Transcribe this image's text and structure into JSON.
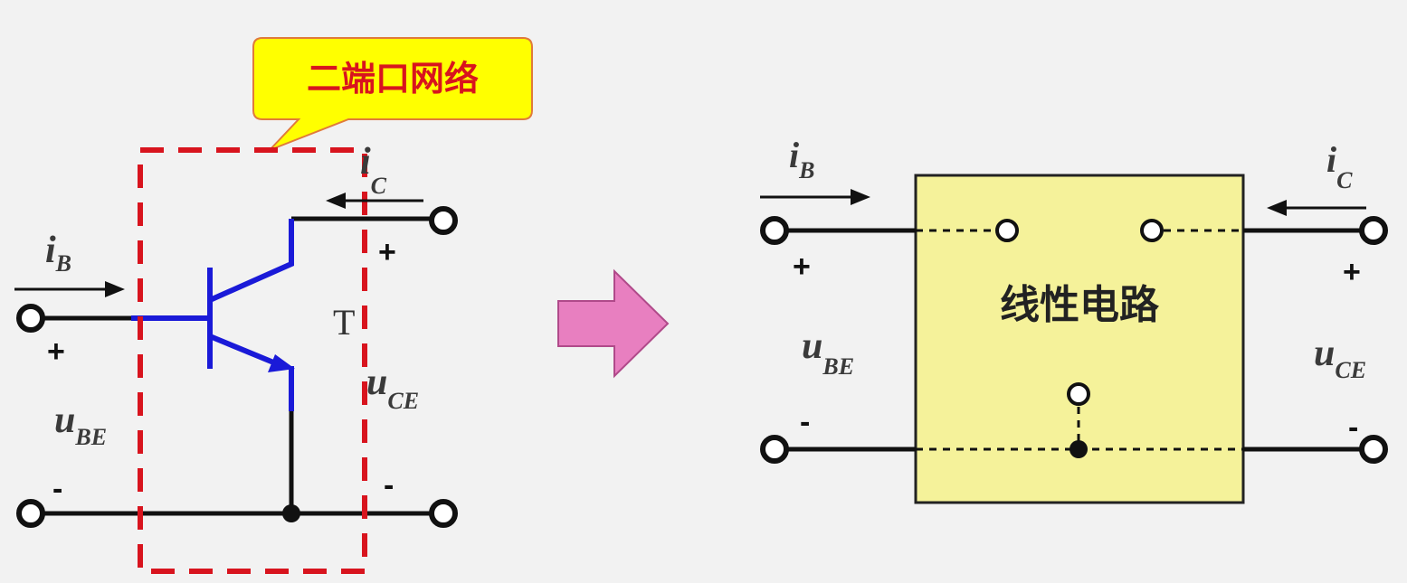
{
  "left_circuit": {
    "callout": "二端口网络",
    "transistor_label": "T",
    "iB": {
      "main": "i",
      "sub": "B"
    },
    "iC": {
      "main": "i",
      "sub": "C"
    },
    "uBE": {
      "main": "u",
      "sub": "BE"
    },
    "uCE": {
      "main": "u",
      "sub": "CE"
    },
    "plus": "+",
    "minus": "-"
  },
  "right_circuit": {
    "box_label": "线性电路",
    "iB": {
      "main": "i",
      "sub": "B"
    },
    "iC": {
      "main": "i",
      "sub": "C"
    },
    "uBE": {
      "main": "u",
      "sub": "BE"
    },
    "uCE": {
      "main": "u",
      "sub": "CE"
    },
    "plus": "+",
    "minus": "-"
  },
  "colors": {
    "background": "#f2f2f2",
    "transistor": "#1a1ad8",
    "dashed_boundary": "#d8141e",
    "callout_fill": "#ffff00",
    "callout_border": "#e07a3a",
    "callout_text": "#d8141e",
    "box_fill": "#f5f29a",
    "arrow_fill": "#e87fc0"
  }
}
